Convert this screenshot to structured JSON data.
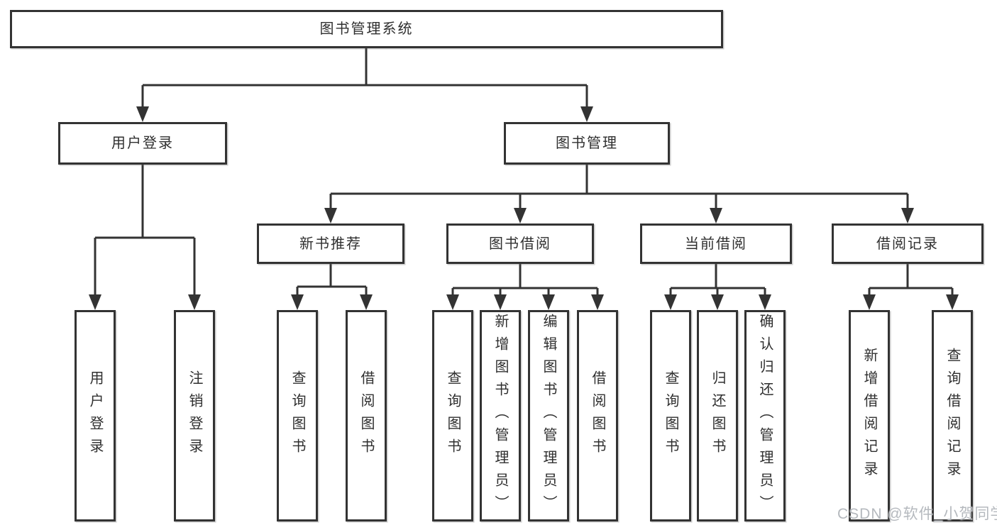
{
  "diagram": {
    "tree": {
      "root": {
        "label": "图书管理系统",
        "children": [
          {
            "label": "用户登录",
            "children": [
              {
                "label": "用户登录"
              },
              {
                "label": "注销登录"
              }
            ]
          },
          {
            "label": "图书管理",
            "children": [
              {
                "label": "新书推荐",
                "children": [
                  {
                    "label": "查询图书"
                  },
                  {
                    "label": "借阅图书"
                  }
                ]
              },
              {
                "label": "图书借阅",
                "children": [
                  {
                    "label": "查询图书"
                  },
                  {
                    "label": "新增图书（管理员）"
                  },
                  {
                    "label": "编辑图书（管理员）"
                  },
                  {
                    "label": "借阅图书"
                  }
                ]
              },
              {
                "label": "当前借阅",
                "children": [
                  {
                    "label": "查询图书"
                  },
                  {
                    "label": "归还图书"
                  },
                  {
                    "label": "确认归还（管理员）"
                  }
                ]
              },
              {
                "label": "借阅记录",
                "children": [
                  {
                    "label": "新增借阅记录"
                  },
                  {
                    "label": "查询借阅记录"
                  }
                ]
              }
            ]
          }
        ]
      }
    }
  },
  "watermark": {
    "text": "CSDN @软件_小贺同学"
  },
  "colors": {
    "line": "#333333",
    "text": "#2f2f2f",
    "watermark": "#b5b9be",
    "background": "#ffffff"
  }
}
